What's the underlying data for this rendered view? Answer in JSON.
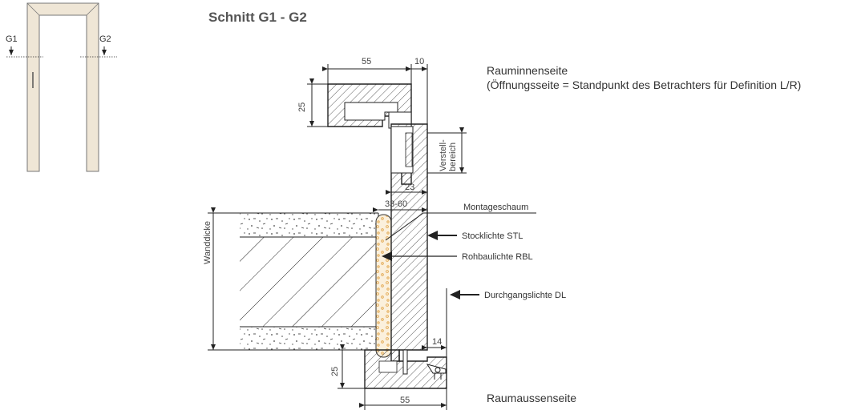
{
  "title": "Schnitt G1 - G2",
  "thumbnail": {
    "label_left": "G1",
    "label_right": "G2"
  },
  "sides": {
    "inner": "Rauminnenseite",
    "inner_note": "(Öffnungsseite = Standpunkt des Betrachters für Definition L/R)",
    "outer": "Raumaussenseite"
  },
  "dimensions": {
    "top_width": "55",
    "top_gap": "10",
    "top_height": "25",
    "adjust_range": "Verstell-\nbereich",
    "adjust_line1": "Verstell-",
    "adjust_line2": "bereich",
    "frame_depth": "23",
    "foam_gap": "33-60",
    "wall_thickness": "Wanddicke",
    "bottom_height": "25",
    "bottom_width": "55",
    "bottom_offset": "14"
  },
  "callouts": {
    "foam": "Montageschaum",
    "frame_clearance": "Stocklichte STL",
    "rough_opening": "Rohbaulichte RBL",
    "passage_clearance": "Durchgangslichte DL"
  }
}
